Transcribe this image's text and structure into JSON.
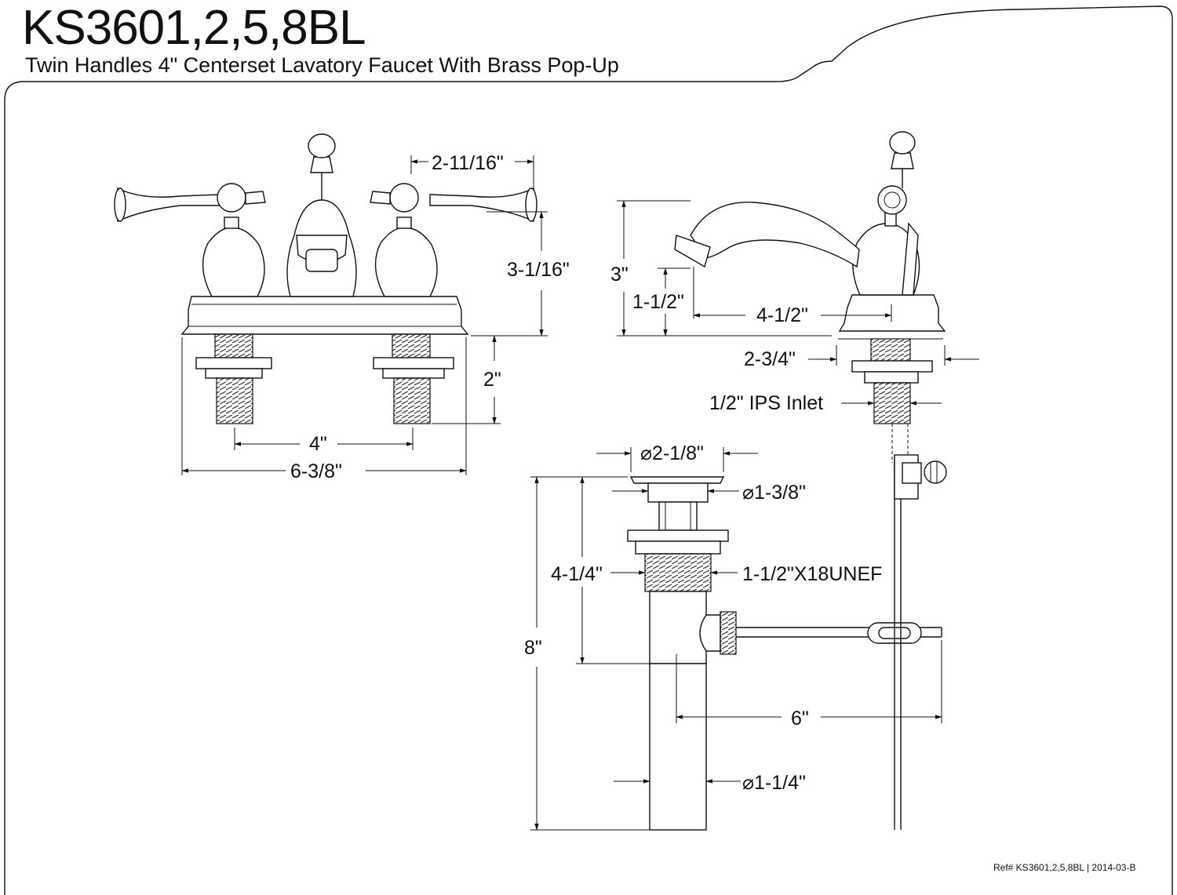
{
  "header": {
    "title": "KS3601,2,5,8BL",
    "subtitle": "Twin Handles 4\" Centerset Lavatory Faucet With Brass Pop-Up"
  },
  "dimensions": {
    "handle_offset": "2-11/16\"",
    "front_height": "3-1/16\"",
    "shank_length": "2\"",
    "center_spacing": "4\"",
    "overall_width": "6-3/8\"",
    "side_height": "3\"",
    "aerator_height": "1-1/2\"",
    "spout_reach": "4-1/2\"",
    "base_depth": "2-3/4\"",
    "inlet": "1/2\" IPS Inlet",
    "flange_dia": "⌀2-1/8\"",
    "stopper_dia": "⌀1-3/8\"",
    "drain_body": "4-1/4\"",
    "thread": "1-1/2\"X18UNEF",
    "drain_length": "8\"",
    "rod_length": "6\"",
    "tailpiece_dia": "⌀1-1/4\""
  },
  "footer": {
    "ref": "Ref# KS3601,2,5,8BL | 2014-03-B"
  }
}
